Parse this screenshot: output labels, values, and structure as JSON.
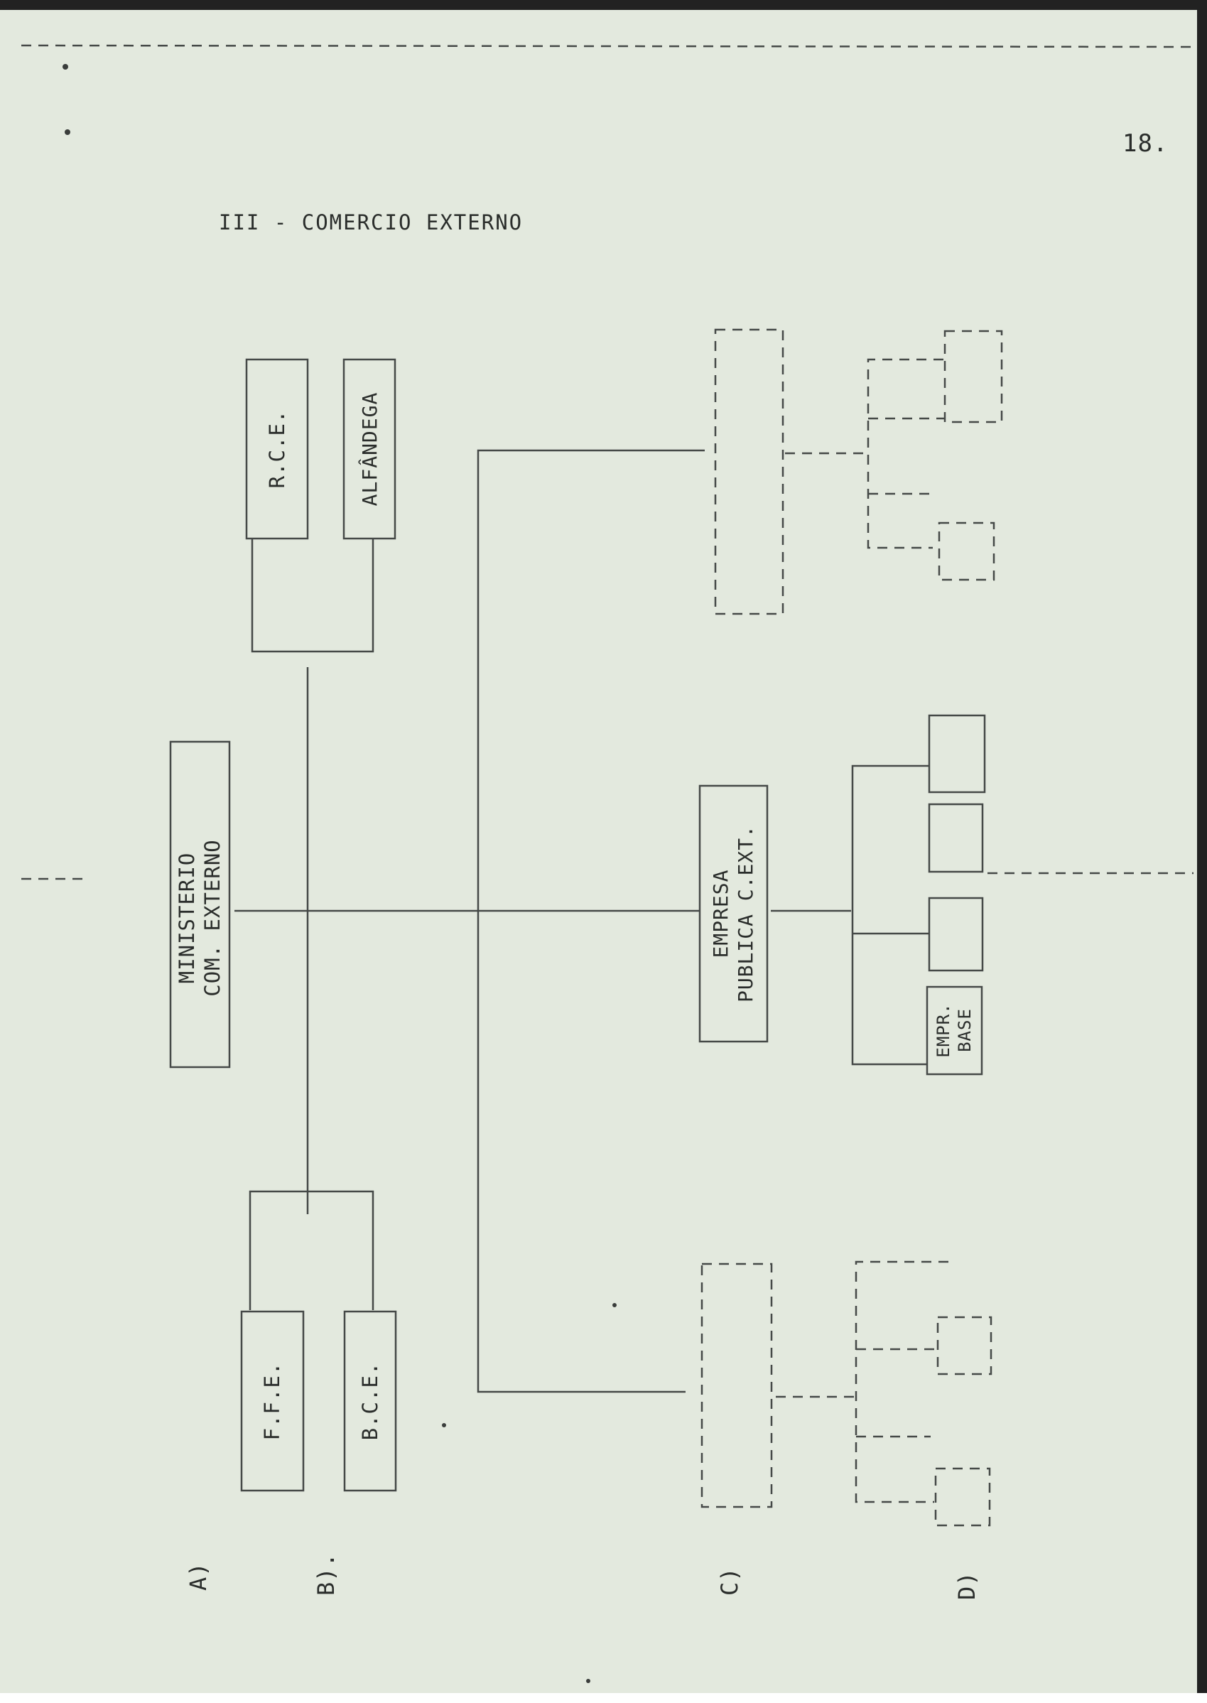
{
  "page": {
    "number": "18.",
    "title": "III - COMERCIO EXTERNO"
  },
  "nodes": {
    "ministerio": {
      "lines": [
        "MINISTERIO",
        "COM. EXTERNO"
      ]
    },
    "rce": {
      "lines": [
        "R.C.E."
      ]
    },
    "alfandega": {
      "lines": [
        "ALFÂNDEGA"
      ]
    },
    "ffe": {
      "lines": [
        "F.F.E."
      ]
    },
    "bce": {
      "lines": [
        "B.C.E."
      ]
    },
    "empresa_publica": {
      "lines": [
        "EMPRESA",
        "PUBLICA C.EXT."
      ]
    },
    "empresa_base": {
      "lines": [
        "EMPR.",
        "BASE"
      ]
    }
  },
  "row_labels": [
    "A)",
    "B).",
    "C)",
    "D)"
  ],
  "colors": {
    "paper": "#e3e9de",
    "ink": "#454947",
    "frame": "#222222"
  }
}
